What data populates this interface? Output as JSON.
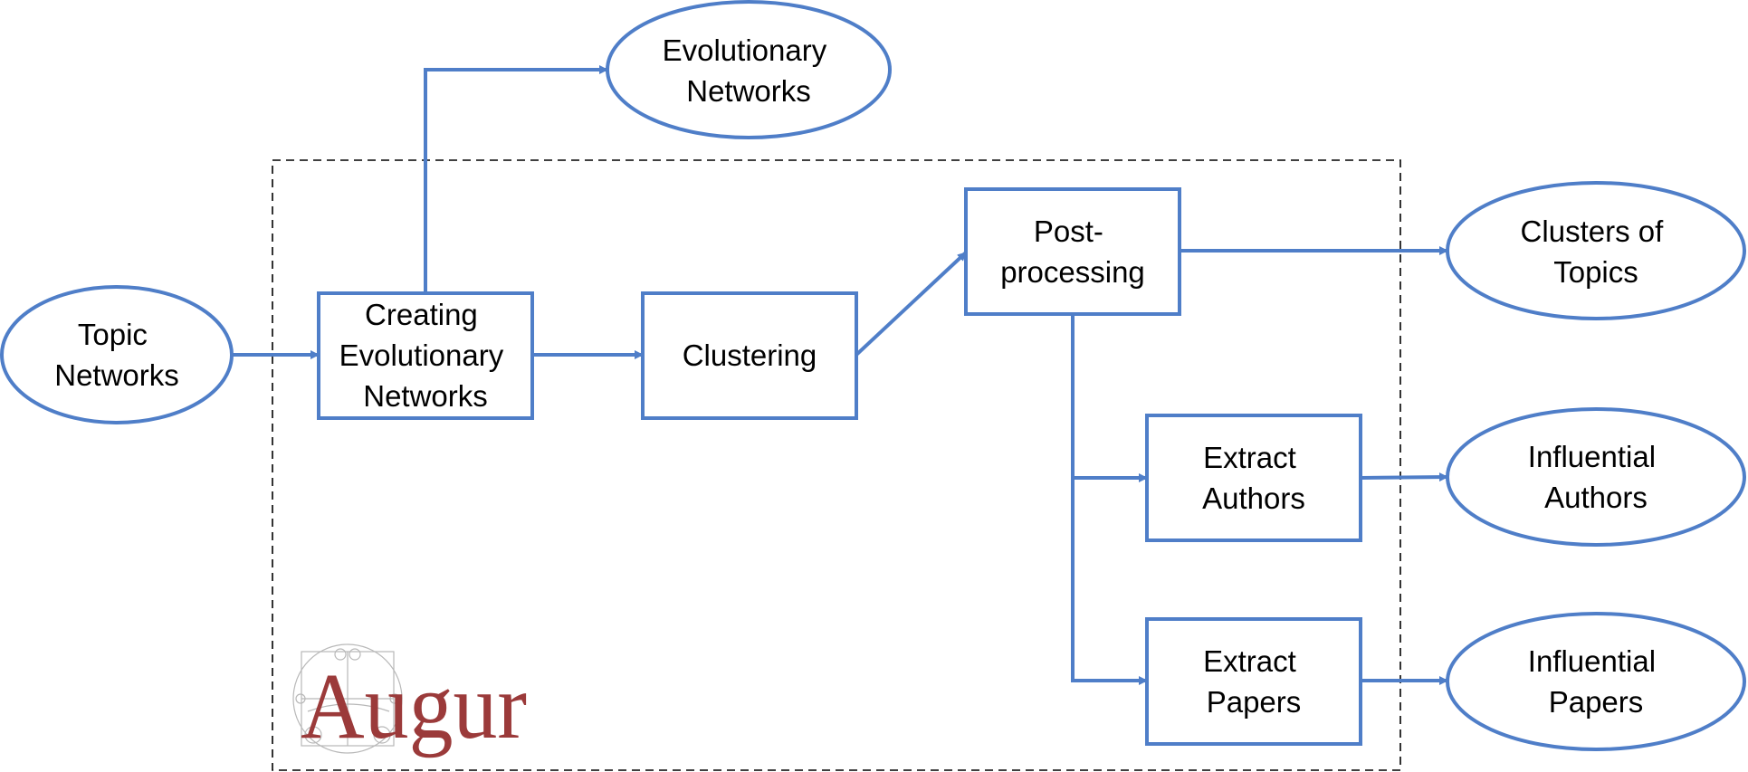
{
  "colors": {
    "stroke": "#4f7ec8",
    "text": "#000000",
    "boundary": "#000000",
    "logo": "#9b3a3a",
    "logo_sketch": "#b8b8b8"
  },
  "nodes": {
    "topic_networks": {
      "shape": "ellipse",
      "lines": [
        "Topic",
        "Networks"
      ]
    },
    "creating_evolutionary_networks": {
      "shape": "rect",
      "lines": [
        "Creating",
        "Evolutionary",
        "Networks"
      ]
    },
    "evolutionary_networks": {
      "shape": "ellipse",
      "lines": [
        "Evolutionary",
        "Networks"
      ]
    },
    "clustering": {
      "shape": "rect",
      "lines": [
        "Clustering"
      ]
    },
    "post_processing": {
      "shape": "rect",
      "lines": [
        "Post-",
        "processing"
      ]
    },
    "clusters_of_topics": {
      "shape": "ellipse",
      "lines": [
        "Clusters of",
        "Topics"
      ]
    },
    "extract_authors": {
      "shape": "rect",
      "lines": [
        "Extract",
        "Authors"
      ]
    },
    "influential_authors": {
      "shape": "ellipse",
      "lines": [
        "Influential",
        "Authors"
      ]
    },
    "extract_papers": {
      "shape": "rect",
      "lines": [
        "Extract",
        "Papers"
      ]
    },
    "influential_papers": {
      "shape": "ellipse",
      "lines": [
        "Influential",
        "Papers"
      ]
    }
  },
  "edges": [
    {
      "from": "topic_networks",
      "to": "creating_evolutionary_networks"
    },
    {
      "from": "creating_evolutionary_networks",
      "to": "evolutionary_networks"
    },
    {
      "from": "creating_evolutionary_networks",
      "to": "clustering"
    },
    {
      "from": "clustering",
      "to": "post_processing"
    },
    {
      "from": "post_processing",
      "to": "clusters_of_topics"
    },
    {
      "from": "post_processing",
      "to": "extract_authors"
    },
    {
      "from": "post_processing",
      "to": "extract_papers"
    },
    {
      "from": "extract_authors",
      "to": "influential_authors"
    },
    {
      "from": "extract_papers",
      "to": "influential_papers"
    }
  ],
  "logo": {
    "text": "Augur"
  }
}
